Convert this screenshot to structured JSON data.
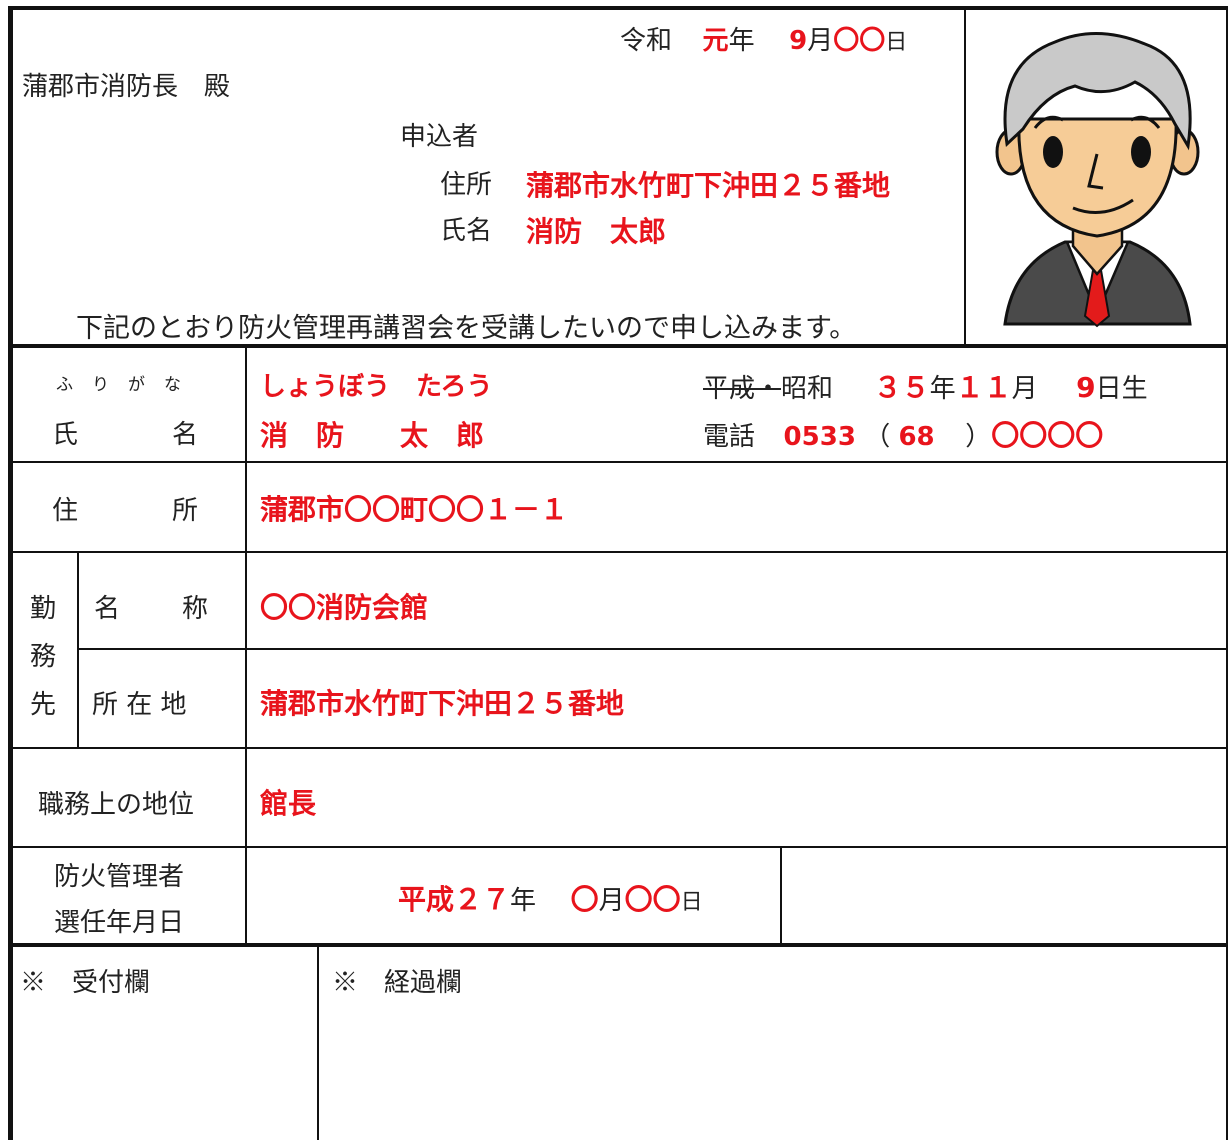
{
  "header": {
    "era": "令和",
    "year": "元",
    "year_unit": "年",
    "month": "9",
    "month_unit": "月",
    "day": "〇〇",
    "day_unit": "日",
    "addressee": "蒲郡市消防長　殿",
    "applicant_label": "申込者",
    "address_label": "住所",
    "address_value": "蒲郡市水竹町下沖田２５番地",
    "name_label": "氏名",
    "name_value": "消防　太郎",
    "statement": "下記のとおり防火管理再講習会を受講したいので申し込みます。"
  },
  "form": {
    "furigana_label": "ふ　り　が　な",
    "furigana_value": "しょうぼう　たろう",
    "name_label_1": "氏",
    "name_label_2": "名",
    "name_value": "消　防　　太　郎",
    "birth_era_struck": "平成・",
    "birth_era": "昭和",
    "birth_year": "３５",
    "birth_year_unit": "年",
    "birth_month": "１１",
    "birth_month_unit": "月",
    "birth_day": "9",
    "birth_day_unit": "日生",
    "phone_label": "電話",
    "phone_area": "0533",
    "phone_open": "（",
    "phone_mid": "68",
    "phone_close": "）",
    "phone_last": "〇〇〇〇",
    "address_label_1": "住",
    "address_label_2": "所",
    "address_value": "蒲郡市〇〇町〇〇１－１",
    "work_label_1": "勤",
    "work_label_2": "務",
    "work_label_3": "先",
    "work_name_label_1": "名",
    "work_name_label_2": "称",
    "work_name_value": "〇〇消防会館",
    "work_location_label": "所 在 地",
    "work_location_value": "蒲郡市水竹町下沖田２５番地",
    "position_label": "職務上の地位",
    "position_value": "館長",
    "appointed_label_1": "防火管理者",
    "appointed_label_2": "選任年月日",
    "appointed_year": "平成２７",
    "appointed_year_unit": "年",
    "appointed_month": "〇",
    "appointed_month_unit": "月",
    "appointed_day": "〇〇",
    "appointed_day_unit": "日"
  },
  "footer": {
    "reception_label": "※　受付欄",
    "progress_label": "※　経過欄"
  },
  "colors": {
    "filled_value": "#e8141c",
    "rule": "#111111"
  },
  "photo": {
    "icon": "man-in-suit-illustration"
  }
}
